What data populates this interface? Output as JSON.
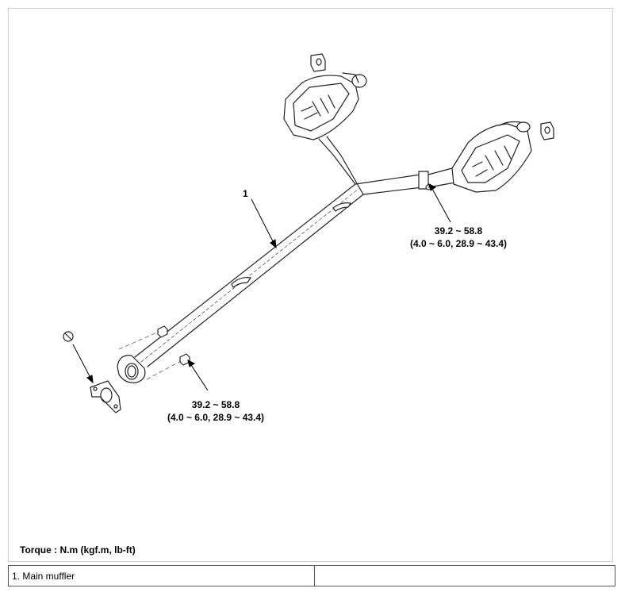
{
  "diagram": {
    "part_callout": "1",
    "torque_right": {
      "line1": "39.2 ~ 58.8",
      "line2": "(4.0 ~ 6.0, 28.9 ~ 43.4)"
    },
    "torque_left": {
      "line1": "39.2 ~ 58.8",
      "line2": "(4.0 ~ 6.0, 28.9 ~ 43.4)"
    },
    "torque_note": "Torque : N.m (kgf.m, lb-ft)",
    "colors": {
      "line": "#222222",
      "frame_border": "#cfcfcf",
      "table_border": "#555555"
    }
  },
  "legend": {
    "rows": [
      {
        "col1": "1. Main muffler",
        "col2": ""
      }
    ]
  }
}
